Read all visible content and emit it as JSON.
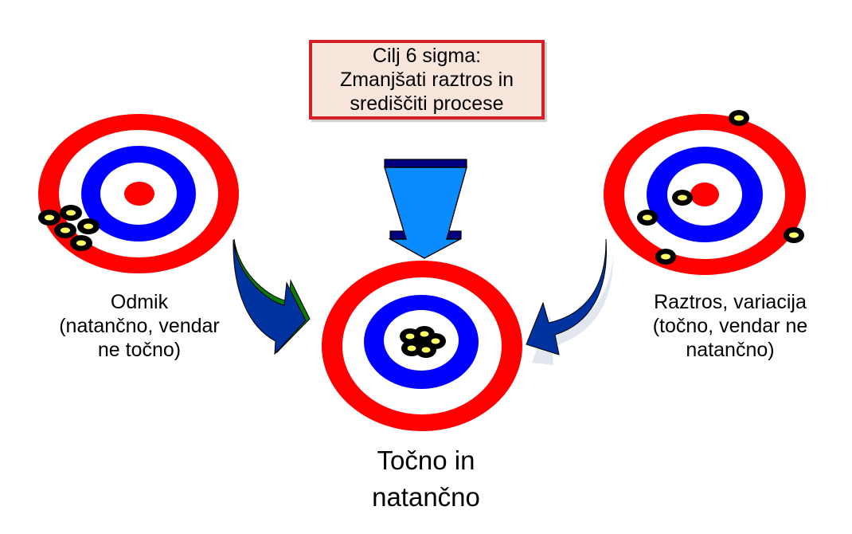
{
  "goal_box": {
    "lines": [
      "Cilj 6 sigma:",
      "Zmanjšati raztros in",
      "središčiti procese"
    ]
  },
  "targets": [
    {
      "id": "left",
      "label_lines": [
        "Odmik",
        "(natančno, vendar",
        "ne točno)"
      ],
      "description": "shots clustered together but off-center"
    },
    {
      "id": "center",
      "label_lines": [
        "Točno in",
        "natančno"
      ],
      "description": "shots clustered at the center"
    },
    {
      "id": "right",
      "label_lines": [
        "Raztros, variacija",
        "(točno, vendar ne",
        "natančno)"
      ],
      "description": "shots scattered around the center"
    }
  ],
  "colors": {
    "ring_red": "#ff0000",
    "ring_blue": "#0000ff",
    "ring_white": "#ffffff",
    "shot_outer": "#000000",
    "shot_inner": "#ffff66",
    "arrow_light_blue": "#0a8cff",
    "arrow_dark_blue": "#000080",
    "curved_arrow_blue": "#0033a0",
    "curved_arrow_green": "#0a7a0a",
    "box_fill": "#f8e6dd",
    "box_border": "#d71f27"
  }
}
